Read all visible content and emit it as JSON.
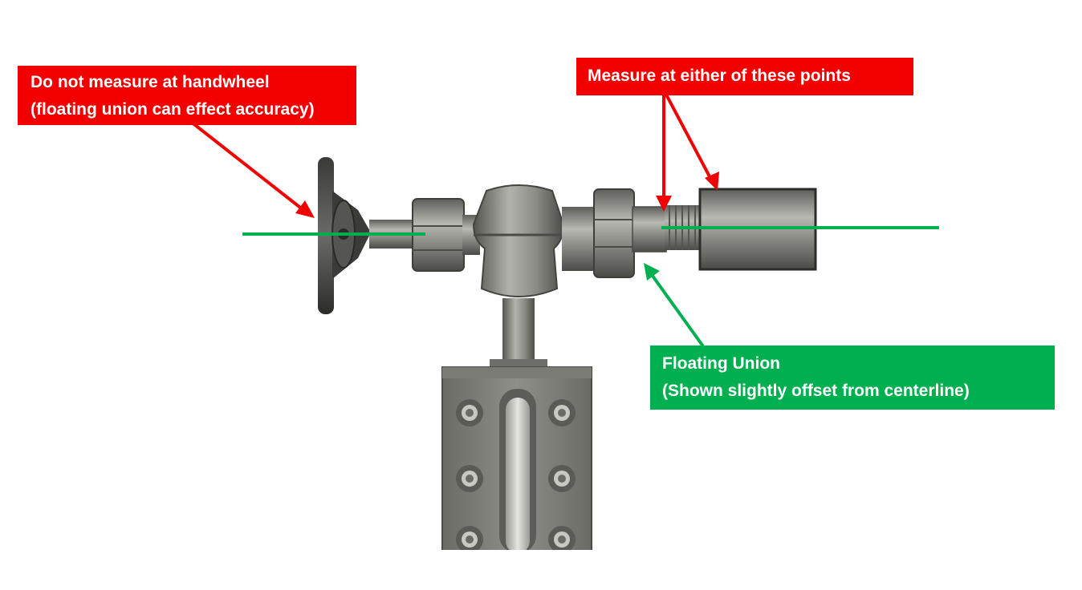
{
  "callouts": {
    "handwheel": {
      "line1": "Do not measure at handwheel",
      "line2": "(floating union can effect accuracy)",
      "color": "#f20000"
    },
    "measure_points": {
      "line1": "Measure at either of these points",
      "color": "#f20000"
    },
    "floating_union": {
      "line1": "Floating Union",
      "line2": "(Shown slightly offset from centerline)",
      "color": "#00b050"
    }
  },
  "colors": {
    "warning": "#f20000",
    "centerline": "#00b050",
    "metal": "#8a8a86"
  }
}
